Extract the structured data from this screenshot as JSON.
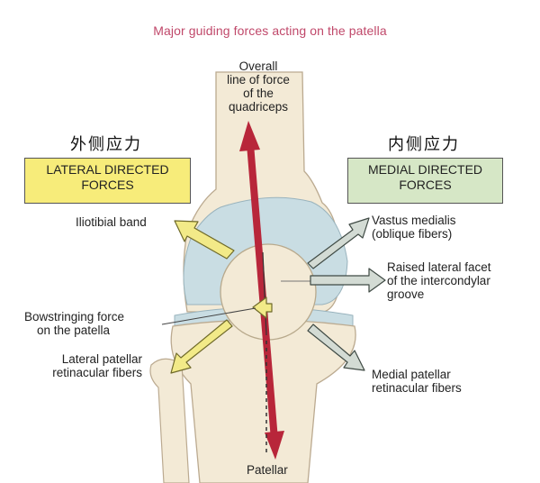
{
  "title": "Major guiding forces acting on the patella",
  "lateral": {
    "chinese": "外侧应力",
    "box_line1": "LATERAL DIRECTED",
    "box_line2": "FORCES",
    "box_color": "#f7ec7a"
  },
  "medial": {
    "chinese": "内侧应力",
    "box_line1": "MEDIAL DIRECTED",
    "box_line2": "FORCES",
    "box_color": "#d6e7c6"
  },
  "labels": {
    "overall": [
      "Overall",
      "line of force",
      "of the",
      "quadriceps"
    ],
    "iliotibial": "Iliotibial band",
    "bowstring": [
      "Bowstringing force",
      "on the patella"
    ],
    "lateral_retinacular": [
      "Lateral patellar",
      "retinacular fibers"
    ],
    "vastus": [
      "Vastus medialis",
      "(oblique fibers)"
    ],
    "raised_facet": [
      "Raised lateral facet",
      "of the intercondylar",
      "groove"
    ],
    "medial_retinacular": [
      "Medial patellar",
      "retinacular fibers"
    ],
    "patellar": "Patellar"
  },
  "colors": {
    "bone": "#f3ead6",
    "cartilage": "#c9dde3",
    "quadriceps_arrow": "#b8263a",
    "lateral_arrow": "#f2ea88",
    "medial_arrow": "#cfd8d0",
    "title": "#c0486a"
  }
}
